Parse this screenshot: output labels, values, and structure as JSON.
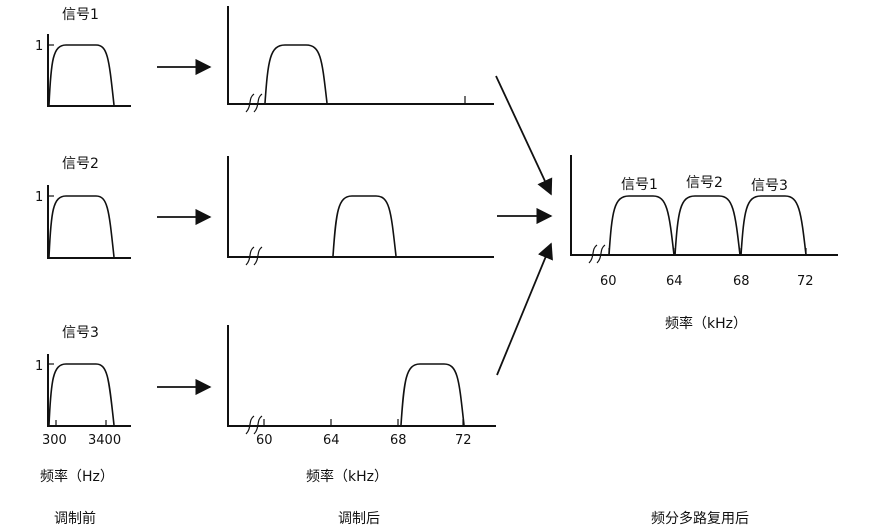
{
  "signals": [
    "信号1",
    "信号2",
    "信号3"
  ],
  "amplitude_tick": "1",
  "baseband": {
    "ticks": [
      "300",
      "3400"
    ],
    "axis_label": "频率（Hz）"
  },
  "modulated": {
    "ticks": [
      "60",
      "64",
      "68",
      "72"
    ],
    "axis_label": "频率（kHz）"
  },
  "multiplexed": {
    "labels": [
      "信号1",
      "信号2",
      "信号3"
    ],
    "ticks": [
      "60",
      "64",
      "68",
      "72"
    ],
    "axis_label": "频率（kHz）"
  },
  "captions": {
    "before": "调制前",
    "after": "调制后",
    "multiplexed": "频分多路复用后"
  }
}
